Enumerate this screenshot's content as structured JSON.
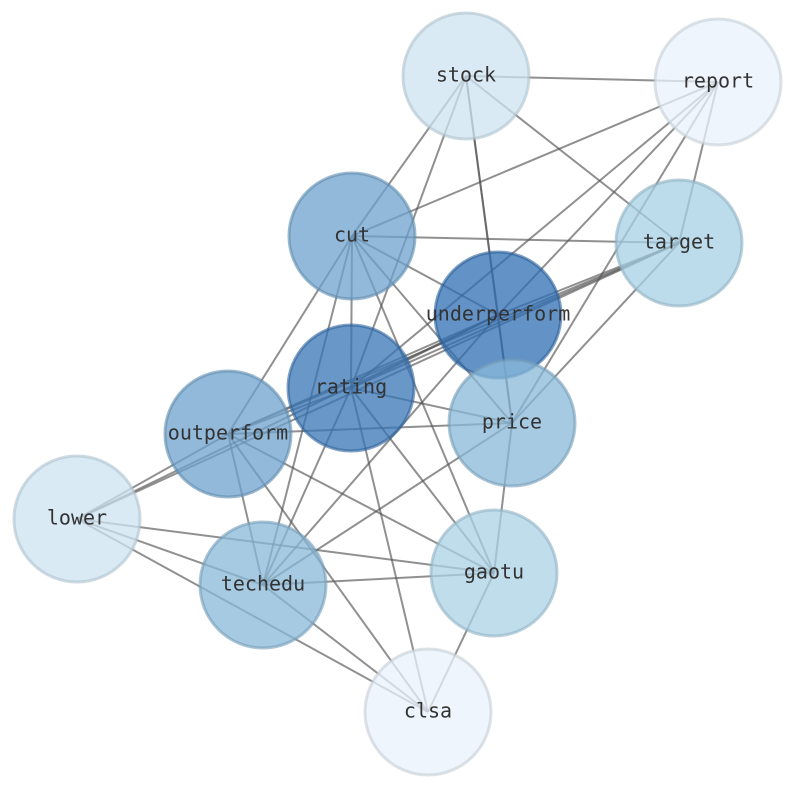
{
  "nodes": [
    {
      "id": "stock",
      "label": "stock",
      "weight": 0.22
    },
    {
      "id": "report",
      "label": "report",
      "weight": 0.06
    },
    {
      "id": "cut",
      "label": "cut",
      "weight": 0.72
    },
    {
      "id": "target",
      "label": "target",
      "weight": 0.45
    },
    {
      "id": "underperform",
      "label": "underperform",
      "weight": 1.0
    },
    {
      "id": "rating",
      "label": "rating",
      "weight": 0.97
    },
    {
      "id": "price",
      "label": "price",
      "weight": 0.6
    },
    {
      "id": "outperform",
      "label": "outperform",
      "weight": 0.72
    },
    {
      "id": "lower",
      "label": "lower",
      "weight": 0.22
    },
    {
      "id": "gaotu",
      "label": "gaotu",
      "weight": 0.42
    },
    {
      "id": "techedu",
      "label": "techedu",
      "weight": 0.6
    },
    {
      "id": "clsa",
      "label": "clsa",
      "weight": 0.06
    }
  ],
  "edges": [
    [
      "stock",
      "report"
    ],
    [
      "stock",
      "cut"
    ],
    [
      "stock",
      "target"
    ],
    [
      "stock",
      "underperform"
    ],
    [
      "stock",
      "price"
    ],
    [
      "stock",
      "rating"
    ],
    [
      "report",
      "cut"
    ],
    [
      "report",
      "target"
    ],
    [
      "report",
      "underperform"
    ],
    [
      "report",
      "price"
    ],
    [
      "report",
      "rating"
    ],
    [
      "cut",
      "target"
    ],
    [
      "cut",
      "underperform"
    ],
    [
      "cut",
      "rating"
    ],
    [
      "cut",
      "price"
    ],
    [
      "cut",
      "outperform"
    ],
    [
      "cut",
      "gaotu"
    ],
    [
      "cut",
      "techedu"
    ],
    [
      "target",
      "underperform"
    ],
    [
      "target",
      "rating"
    ],
    [
      "target",
      "price"
    ],
    [
      "target",
      "outperform"
    ],
    [
      "target",
      "lower"
    ],
    [
      "underperform",
      "rating"
    ],
    [
      "underperform",
      "price"
    ],
    [
      "underperform",
      "outperform"
    ],
    [
      "underperform",
      "lower"
    ],
    [
      "underperform",
      "techedu"
    ],
    [
      "rating",
      "price"
    ],
    [
      "rating",
      "outperform"
    ],
    [
      "rating",
      "gaotu"
    ],
    [
      "rating",
      "techedu"
    ],
    [
      "rating",
      "clsa"
    ],
    [
      "price",
      "outperform"
    ],
    [
      "price",
      "gaotu"
    ],
    [
      "price",
      "techedu"
    ],
    [
      "outperform",
      "lower"
    ],
    [
      "outperform",
      "gaotu"
    ],
    [
      "outperform",
      "techedu"
    ],
    [
      "outperform",
      "clsa"
    ],
    [
      "lower",
      "gaotu"
    ],
    [
      "lower",
      "techedu"
    ],
    [
      "lower",
      "clsa"
    ],
    [
      "gaotu",
      "techedu"
    ],
    [
      "gaotu",
      "clsa"
    ],
    [
      "techedu",
      "clsa"
    ]
  ],
  "palette": {
    "low": "#f2f7fe",
    "mid": "#9ecae1",
    "high": "#2f6fb3"
  }
}
